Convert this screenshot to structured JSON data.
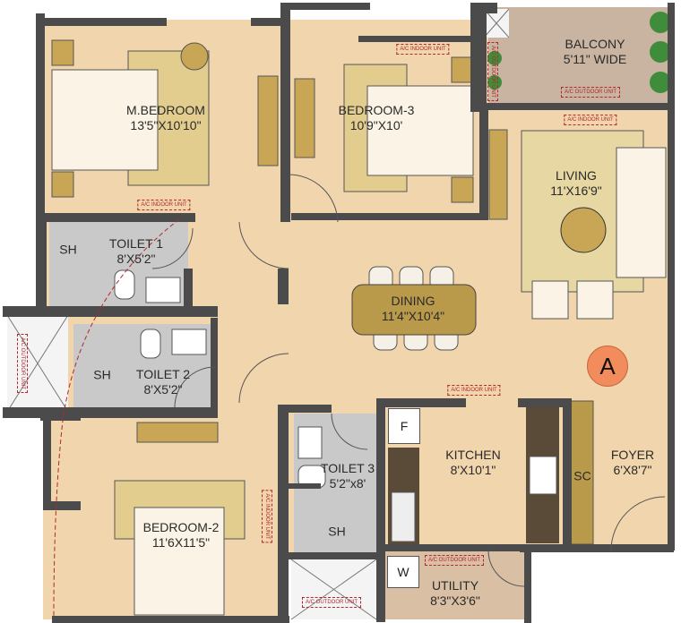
{
  "colors": {
    "floor": "#f1d5ac",
    "wall": "#4b4b4b",
    "tile": "#c9c9c9",
    "balcony": "#c8b4a0",
    "rug": "#e2cd8e",
    "furniture": "#b9994a",
    "bed": "#fbf4e6",
    "marker": "#f28c5c",
    "ac_label": "#b3282d",
    "counter": "#5a4a38"
  },
  "rooms": {
    "master_bedroom": {
      "name": "M.BEDROOM",
      "size": "13'5\"X10'10\""
    },
    "bedroom_3": {
      "name": "BEDROOM-3",
      "size": "10'9\"X10'"
    },
    "balcony": {
      "name": "BALCONY",
      "size": "5'11\" WIDE"
    },
    "living": {
      "name": "LIVING",
      "size": "11'X16'9\""
    },
    "toilet_1": {
      "name": "TOILET 1",
      "size": "8'X5'2\""
    },
    "sh_1": {
      "name": "SH"
    },
    "toilet_2": {
      "name": "TOILET 2",
      "size": "8'X5'2\""
    },
    "sh_2": {
      "name": "SH"
    },
    "dining": {
      "name": "DINING",
      "size": "11'4\"X10'4\""
    },
    "bedroom_2": {
      "name": "BEDROOM-2",
      "size": "11'6X11'5\""
    },
    "toilet_3": {
      "name": "TOILET 3",
      "size": "5'2\"x8'"
    },
    "sh_3": {
      "name": "SH"
    },
    "kitchen": {
      "name": "KITCHEN",
      "size": "8'X10'1\""
    },
    "foyer": {
      "name": "FOYER",
      "size": "6'X8'7\""
    },
    "utility": {
      "name": "UTILITY",
      "size": "8'3\"X3'6\""
    }
  },
  "fixtures": {
    "fridge": "F",
    "washer": "W",
    "shoe_cabinet": "SC"
  },
  "unit_marker": "A",
  "ac": {
    "indoor": "A/C INDOOR UNIT",
    "outdoor": "A/C OUTDOOR UNIT"
  }
}
